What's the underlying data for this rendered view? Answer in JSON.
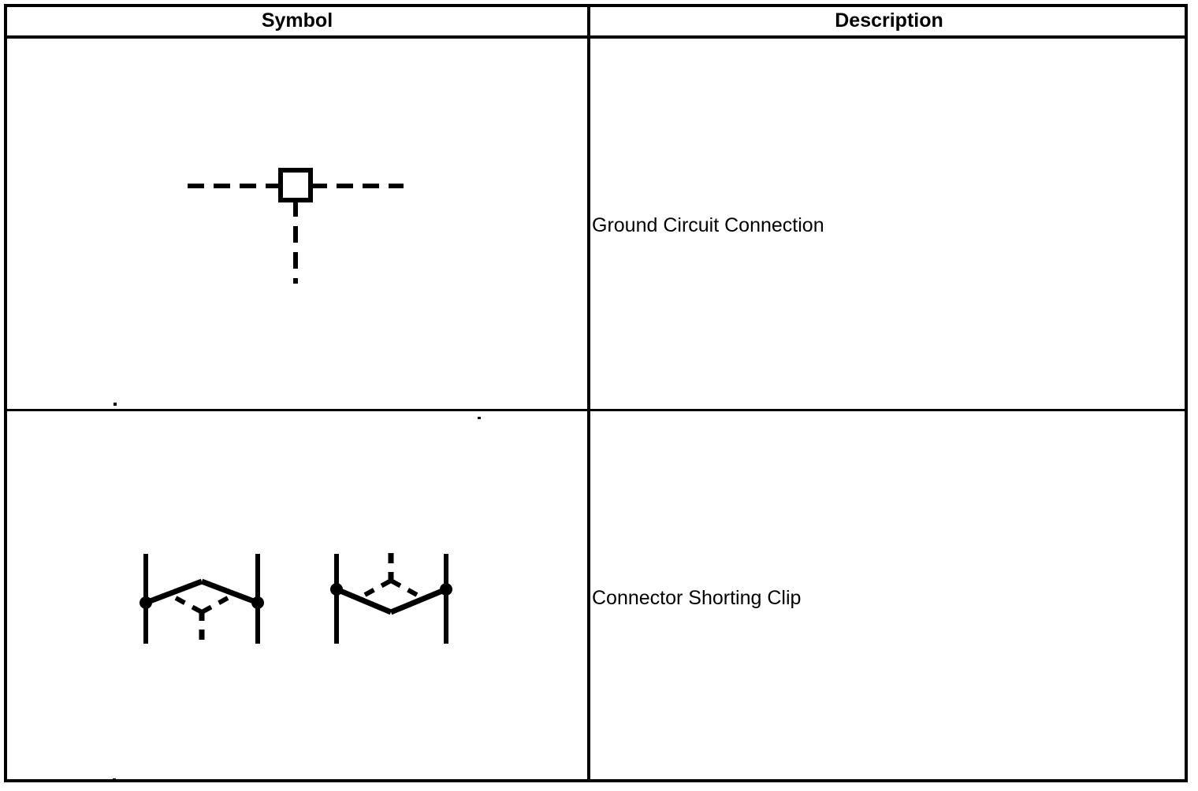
{
  "table": {
    "columns": [
      {
        "id": "symbol",
        "header": "Symbol"
      },
      {
        "id": "description",
        "header": "Description"
      }
    ],
    "rows": [
      {
        "symbol_name": "ground-circuit-connection-symbol",
        "description": "Ground Circuit Connection"
      },
      {
        "symbol_name": "connector-shorting-clip-symbol",
        "description": "Connector Shorting Clip"
      }
    ]
  },
  "colors": {
    "ink": "#000000",
    "paper": "#ffffff"
  }
}
